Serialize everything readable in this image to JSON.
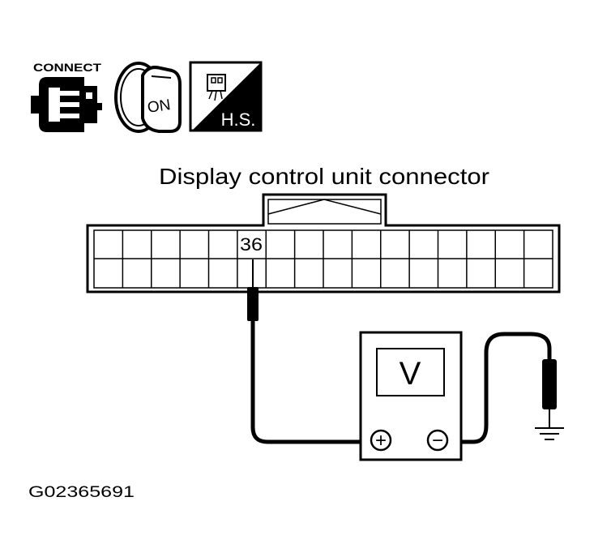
{
  "icons": {
    "connect_label": "CONNECT",
    "ignition_label": "ON",
    "harness_label": "H.S."
  },
  "connector": {
    "title": "Display control unit connector",
    "pin_label": "36"
  },
  "meter": {
    "symbol": "V",
    "positive": "+",
    "negative": "−"
  },
  "figure_id": "G02365691"
}
